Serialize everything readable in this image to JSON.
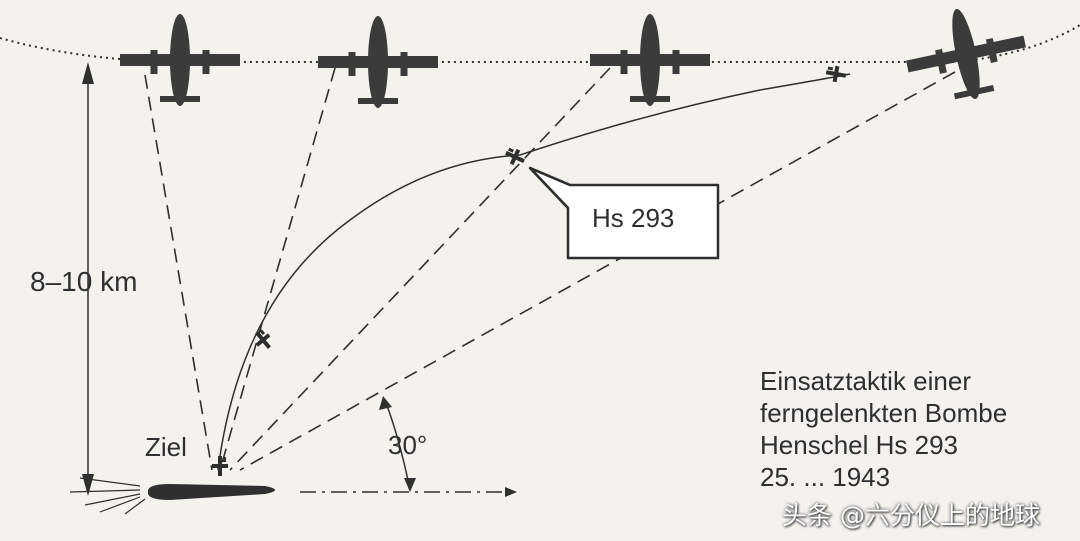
{
  "labels": {
    "altitude": "8–10 km",
    "target": "Ziel",
    "angle": "30°",
    "missile_callout": "Hs 293"
  },
  "caption": {
    "line1": "Einsatztaktik einer",
    "line2": "ferngelenkten Bombe",
    "line3": "Henschel Hs 293",
    "line4": "25. ... 1943"
  },
  "watermark": "头条 @六分仪上的地球",
  "colors": {
    "background": "#f4f2ec",
    "ink": "#2f2f2f",
    "aircraft": "#3b3b3b"
  }
}
